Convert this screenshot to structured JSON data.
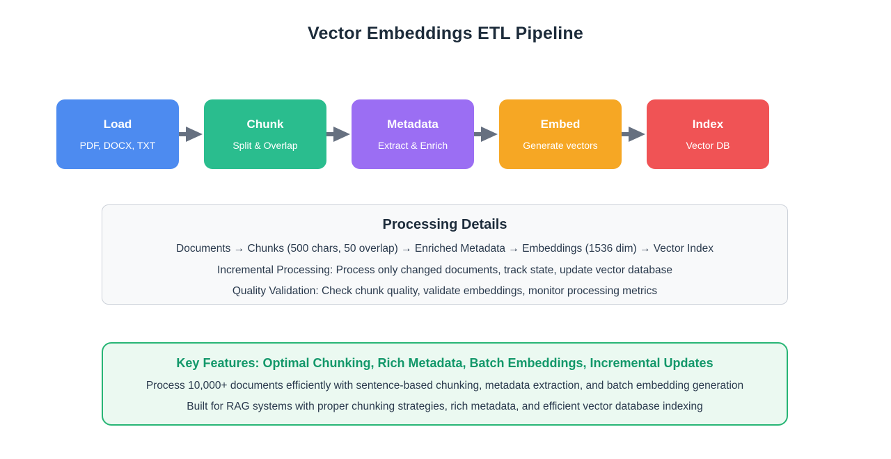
{
  "title": "Vector Embeddings ETL Pipeline",
  "pipeline": {
    "arrow_color": "#667080",
    "stages": [
      {
        "label": "Load",
        "sublabel": "PDF, DOCX, TXT",
        "color": "#4d8bf0"
      },
      {
        "label": "Chunk",
        "sublabel": "Split & Overlap",
        "color": "#2abd8e"
      },
      {
        "label": "Metadata",
        "sublabel": "Extract & Enrich",
        "color": "#9b6ef3"
      },
      {
        "label": "Embed",
        "sublabel": "Generate vectors",
        "color": "#f6a724"
      },
      {
        "label": "Index",
        "sublabel": "Vector DB",
        "color": "#f05355"
      }
    ]
  },
  "processing_details": {
    "title": "Processing Details",
    "lines": [
      "Documents → Chunks (500 chars, 50 overlap) → Enriched Metadata → Embeddings (1536 dim) → Vector Index",
      "Incremental Processing: Process only changed documents, track state, update vector database",
      "Quality Validation: Check chunk quality, validate embeddings, monitor processing metrics"
    ]
  },
  "key_features": {
    "accent_color": "#13986a",
    "title": "Key Features: Optimal Chunking, Rich Metadata, Batch Embeddings, Incremental Updates",
    "lines": [
      "Process 10,000+ documents efficiently with sentence-based chunking, metadata extraction, and batch embedding generation",
      "Built for RAG systems with proper chunking strategies, rich metadata, and efficient vector database indexing"
    ]
  }
}
